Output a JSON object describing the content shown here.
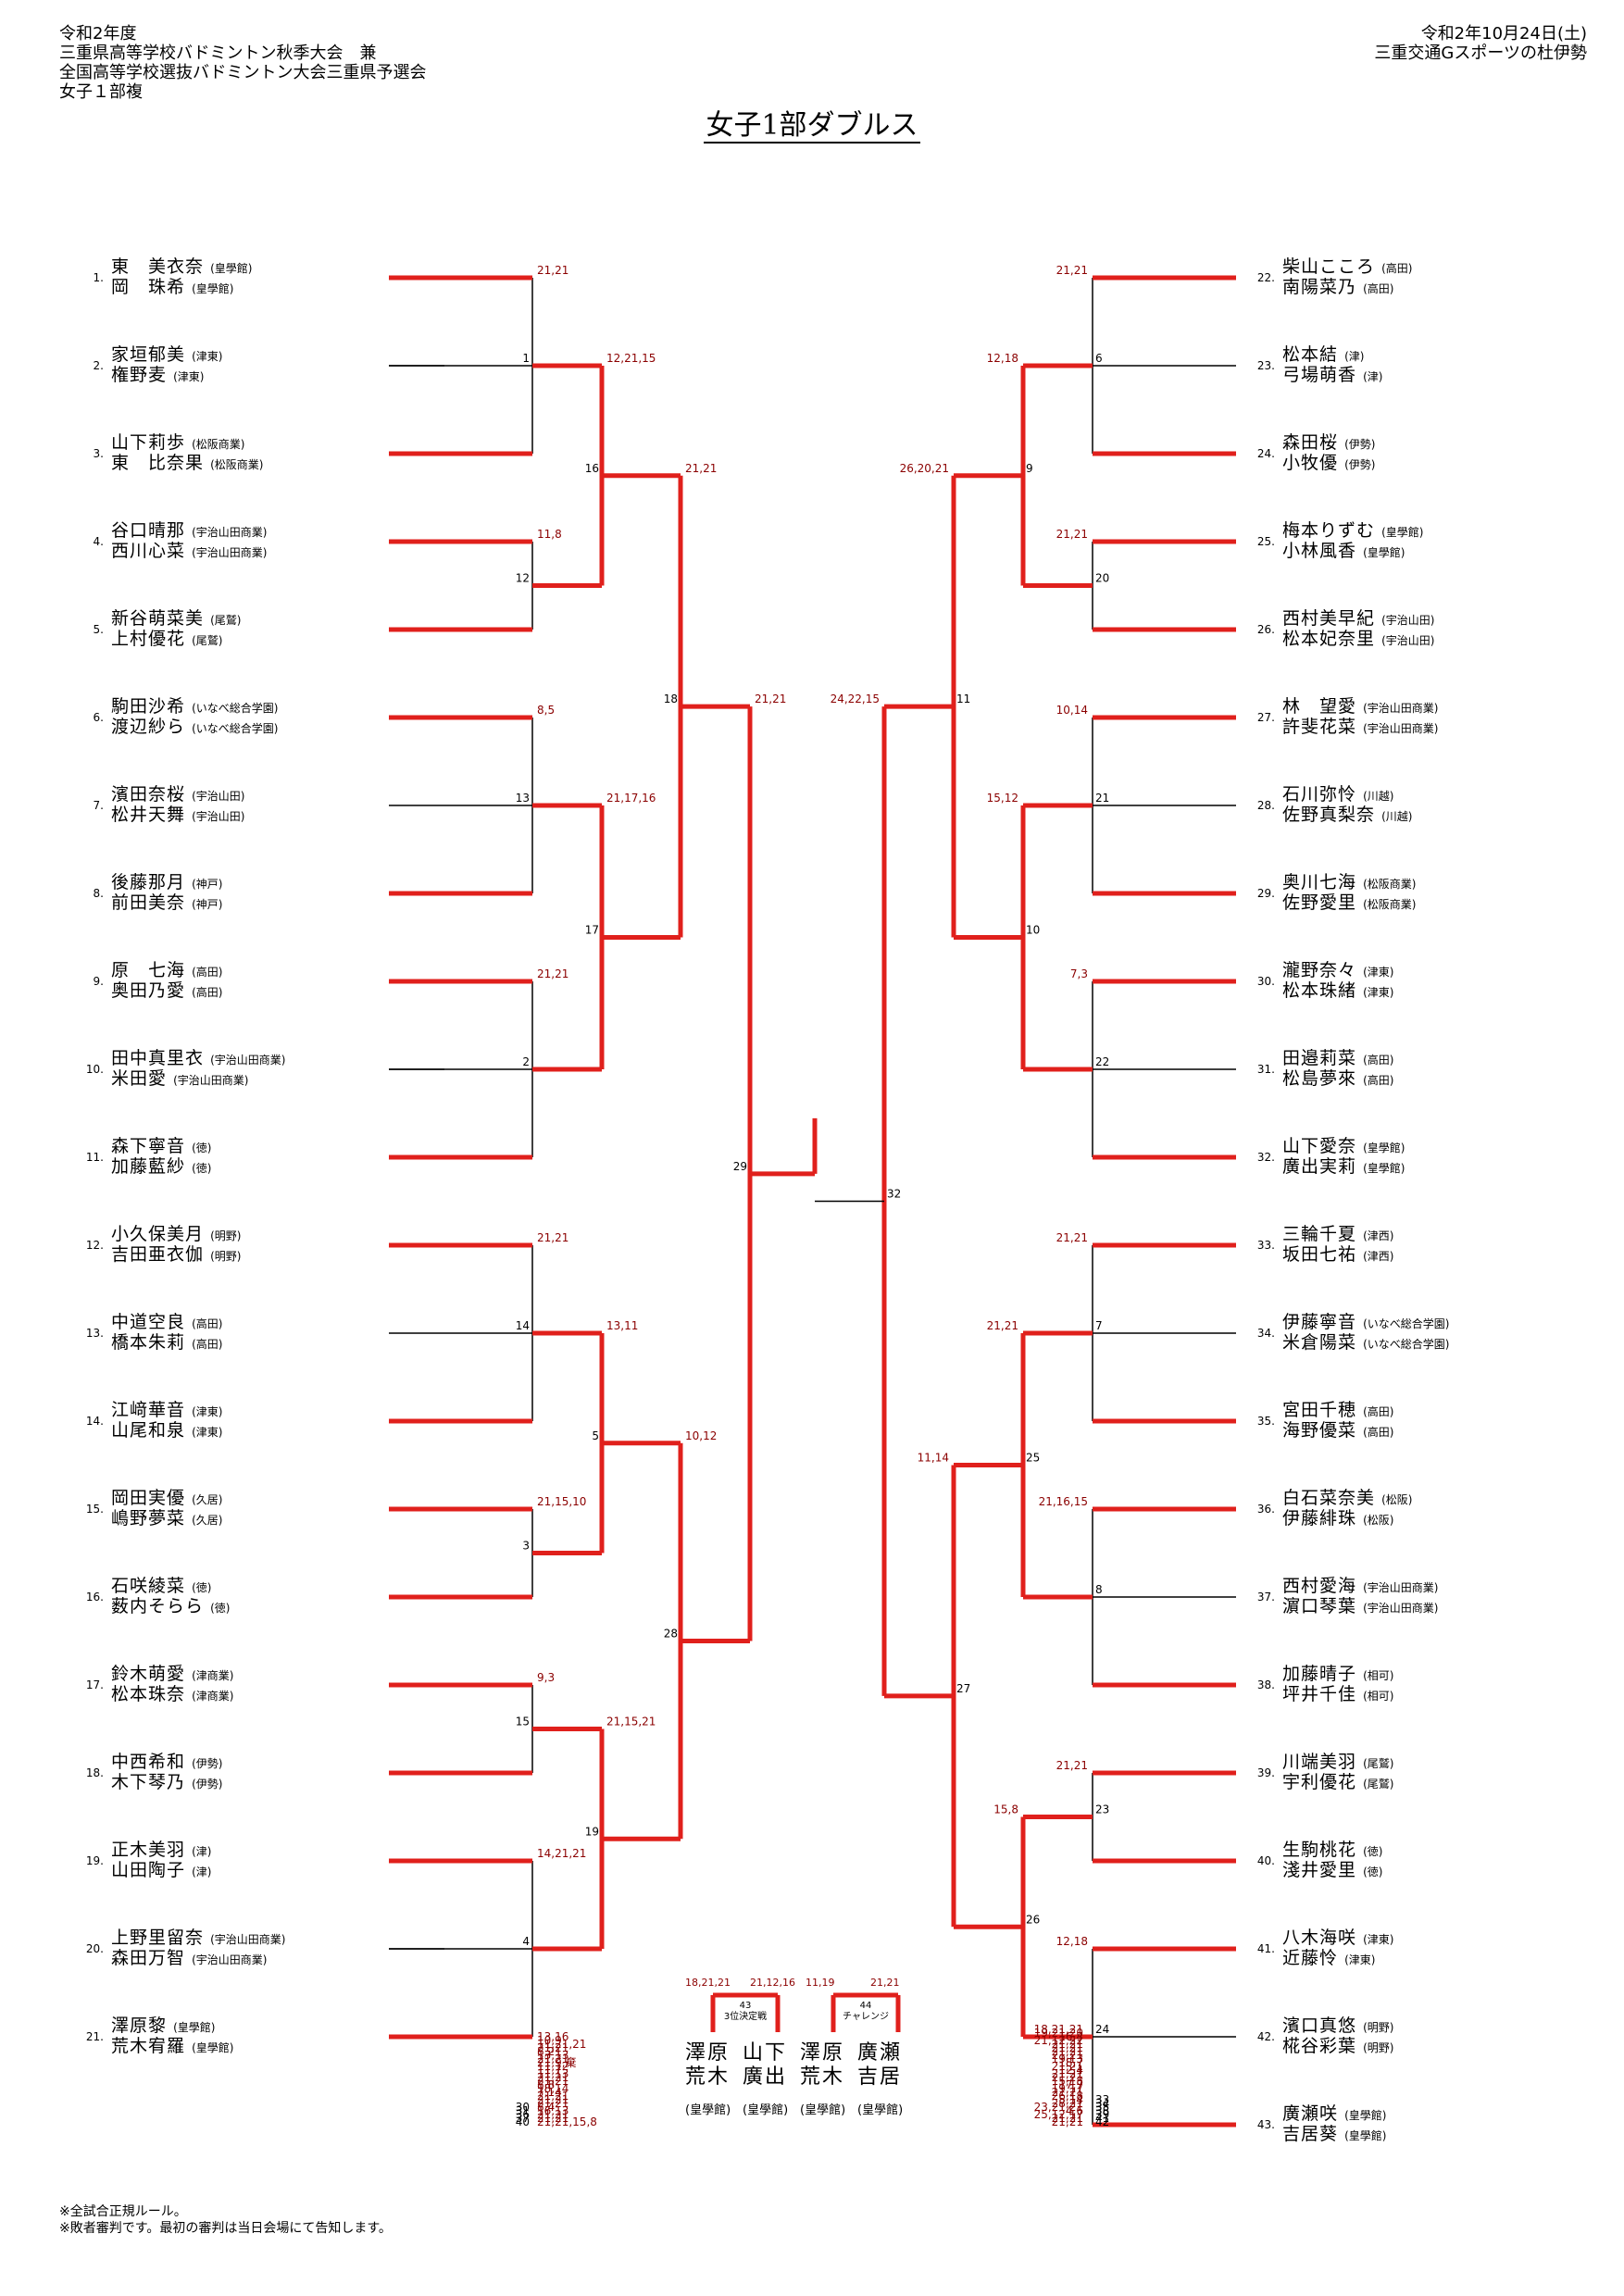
{
  "header": {
    "left": [
      "令和2年度",
      "三重県高等学校バドミントン秋季大会　兼",
      "全国高等学校選抜バドミントン大会三重県予選会",
      "女子１部複"
    ],
    "right": [
      "令和2年10月24日(土)",
      "三重交通Gスポーツの杜伊勢"
    ],
    "title": "女子1部ダブルス"
  },
  "footer": [
    "※全試合正規ルール。",
    "※敗者審判です。最初の審判は当日会場にて告知します。"
  ],
  "colors": {
    "win": "#e0201c",
    "score": "#8b0000",
    "line": "#000000"
  },
  "left_players": [
    {
      "n": "1.",
      "a": "東　美衣奈",
      "b": "岡　珠希",
      "sa": "皇學館",
      "sb": "皇學館"
    },
    {
      "n": "2.",
      "a": "家垣郁美",
      "b": "権野麦",
      "sa": "津東",
      "sb": "津東"
    },
    {
      "n": "3.",
      "a": "山下莉歩",
      "b": "東　比奈果",
      "sa": "松阪商業",
      "sb": "松阪商業"
    },
    {
      "n": "4.",
      "a": "谷口晴那",
      "b": "西川心菜",
      "sa": "宇治山田商業",
      "sb": "宇治山田商業"
    },
    {
      "n": "5.",
      "a": "新谷萌菜美",
      "b": "上村優花",
      "sa": "尾鷲",
      "sb": "尾鷲"
    },
    {
      "n": "6.",
      "a": "駒田沙希",
      "b": "渡辺紗ら",
      "sa": "いなべ総合学園",
      "sb": "いなべ総合学園"
    },
    {
      "n": "7.",
      "a": "濱田奈桜",
      "b": "松井天舞",
      "sa": "宇治山田",
      "sb": "宇治山田"
    },
    {
      "n": "8.",
      "a": "後藤那月",
      "b": "前田美奈",
      "sa": "神戸",
      "sb": "神戸"
    },
    {
      "n": "9.",
      "a": "原　七海",
      "b": "奥田乃愛",
      "sa": "高田",
      "sb": "高田"
    },
    {
      "n": "10.",
      "a": "田中真里衣",
      "b": "米田愛",
      "sa": "宇治山田商業",
      "sb": "宇治山田商業"
    },
    {
      "n": "11.",
      "a": "森下寧音",
      "b": "加藤藍紗",
      "sa": "徳",
      "sb": "徳"
    },
    {
      "n": "12.",
      "a": "小久保美月",
      "b": "吉田亜衣伽",
      "sa": "明野",
      "sb": "明野"
    },
    {
      "n": "13.",
      "a": "中道空良",
      "b": "橋本朱莉",
      "sa": "高田",
      "sb": "高田"
    },
    {
      "n": "14.",
      "a": "江﨑華音",
      "b": "山尾和泉",
      "sa": "津東",
      "sb": "津東"
    },
    {
      "n": "15.",
      "a": "岡田実優",
      "b": "嶋野夢菜",
      "sa": "久居",
      "sb": "久居"
    },
    {
      "n": "16.",
      "a": "石咲綾菜",
      "b": "薮内そらら",
      "sa": "徳",
      "sb": "徳"
    },
    {
      "n": "17.",
      "a": "鈴木萌愛",
      "b": "松本珠奈",
      "sa": "津商業",
      "sb": "津商業"
    },
    {
      "n": "18.",
      "a": "中西希和",
      "b": "木下琴乃",
      "sa": "伊勢",
      "sb": "伊勢"
    },
    {
      "n": "19.",
      "a": "正木美羽",
      "b": "山田陶子",
      "sa": "津",
      "sb": "津"
    },
    {
      "n": "20.",
      "a": "上野里留奈",
      "b": "森田万智",
      "sa": "宇治山田商業",
      "sb": "宇治山田商業"
    },
    {
      "n": "21.",
      "a": "澤原黎",
      "b": "荒木宥羅",
      "sa": "皇學館",
      "sb": "皇學館"
    }
  ],
  "right_players": [
    {
      "n": "22.",
      "a": "柴山こころ",
      "b": "南陽菜乃",
      "sa": "高田",
      "sb": "高田"
    },
    {
      "n": "23.",
      "a": "松本結",
      "b": "弓場萌香",
      "sa": "津",
      "sb": "津"
    },
    {
      "n": "24.",
      "a": "森田桜",
      "b": "小牧優",
      "sa": "伊勢",
      "sb": "伊勢"
    },
    {
      "n": "25.",
      "a": "梅本りずむ",
      "b": "小林風香",
      "sa": "皇學館",
      "sb": "皇學館"
    },
    {
      "n": "26.",
      "a": "西村美早紀",
      "b": "松本妃奈里",
      "sa": "宇治山田",
      "sb": "宇治山田"
    },
    {
      "n": "27.",
      "a": "林　望愛",
      "b": "許斐花菜",
      "sa": "宇治山田商業",
      "sb": "宇治山田商業"
    },
    {
      "n": "28.",
      "a": "石川弥怜",
      "b": "佐野真梨奈",
      "sa": "川越",
      "sb": "川越"
    },
    {
      "n": "29.",
      "a": "奥川七海",
      "b": "佐野愛里",
      "sa": "松阪商業",
      "sb": "松阪商業"
    },
    {
      "n": "30.",
      "a": "瀧野奈々",
      "b": "松本珠緒",
      "sa": "津東",
      "sb": "津東"
    },
    {
      "n": "31.",
      "a": "田邉莉菜",
      "b": "松島夢來",
      "sa": "高田",
      "sb": "高田"
    },
    {
      "n": "32.",
      "a": "山下愛奈",
      "b": "廣出実莉",
      "sa": "皇學館",
      "sb": "皇學館"
    },
    {
      "n": "33.",
      "a": "三輪千夏",
      "b": "坂田七祐",
      "sa": "津西",
      "sb": "津西"
    },
    {
      "n": "34.",
      "a": "伊藤寧音",
      "b": "米倉陽菜",
      "sa": "いなべ総合学園",
      "sb": "いなべ総合学園"
    },
    {
      "n": "35.",
      "a": "宮田千穂",
      "b": "海野優菜",
      "sa": "高田",
      "sb": "高田"
    },
    {
      "n": "36.",
      "a": "白石菜奈美",
      "b": "伊藤緋珠",
      "sa": "松阪",
      "sb": "松阪"
    },
    {
      "n": "37.",
      "a": "西村愛海",
      "b": "濵口琴葉",
      "sa": "宇治山田商業",
      "sb": "宇治山田商業"
    },
    {
      "n": "38.",
      "a": "加藤晴子",
      "b": "坪井千佳",
      "sa": "相可",
      "sb": "相可"
    },
    {
      "n": "39.",
      "a": "川端美羽",
      "b": "宇利優花",
      "sa": "尾鷲",
      "sb": "尾鷲"
    },
    {
      "n": "40.",
      "a": "生駒桃花",
      "b": "淺井愛里",
      "sa": "徳",
      "sb": "徳"
    },
    {
      "n": "41.",
      "a": "八木海咲",
      "b": "近藤怜",
      "sa": "津東",
      "sb": "津東"
    },
    {
      "n": "42.",
      "a": "濱口真悠",
      "b": "椛谷彩葉",
      "sa": "明野",
      "sb": "明野"
    },
    {
      "n": "43.",
      "a": "廣瀬咲",
      "b": "吉居葵",
      "sa": "皇學館",
      "sb": "皇學館"
    }
  ],
  "match_numbers": {
    "left": [
      "1",
      "12",
      "13",
      "2",
      "14",
      "3",
      "15",
      "4",
      "16",
      "17",
      "5",
      "19",
      "18",
      "28",
      "29",
      "30",
      "31",
      "36",
      "37",
      "40"
    ],
    "right": [
      "6",
      "20",
      "21",
      "22",
      "7",
      "8",
      "23",
      "24",
      "9",
      "10",
      "25",
      "26",
      "11",
      "27",
      "32",
      "33",
      "34",
      "35",
      "38",
      "39",
      "41",
      "42"
    ]
  },
  "scores": {
    "left": [
      "21,21",
      "11,8",
      "8,5",
      "21,21",
      "21,21",
      "21,15,10",
      "9,3",
      "14,21,21",
      "12,21,15",
      "21,17,16",
      "13,11",
      "21,15,21",
      "21,21",
      "10,12",
      "21,21",
      "13,16",
      "10,9",
      "11,21,21",
      "21,21",
      "8,21",
      "13,13",
      "21,21",
      "21,9,棄",
      "11,12",
      "11,7",
      "11,13",
      "21,21",
      "21,21",
      "8,8",
      "18,14",
      "7,14",
      "21,21",
      "21,21",
      "21,21",
      "8,4",
      "16,13",
      "21,21",
      "21,21",
      "21,21,15,8"
    ],
    "right": [
      "21,21",
      "21,21",
      "10,14",
      "7,3",
      "21,21",
      "21,16,15",
      "21,21",
      "12,18",
      "12,18",
      "15,12",
      "21,21",
      "15,8",
      "26,20,21",
      "11,14",
      "24,22,15",
      "18,21,21",
      "19,21,20",
      "16,4",
      "21,12,22",
      "21,21",
      "21,21",
      "21,21",
      "21,21",
      "19,13",
      "18,7",
      "21,21",
      "12,4",
      "21,21",
      "21,21",
      "15,18",
      "17,7",
      "19,17",
      "21,21",
      "26,18",
      "5,14",
      "28,21",
      "23,21,21",
      "4,6",
      "25,12,17",
      "21,21",
      "21,21"
    ]
  },
  "finals": {
    "m43": {
      "no": "43",
      "label": "3位決定戦",
      "s1": "18,21,21",
      "s2": "21,12,16"
    },
    "m44": {
      "no": "44",
      "label": "チャレンジ",
      "s1": "11,19",
      "s2": "21,21"
    },
    "teams": [
      {
        "a": "澤原",
        "b": "荒木",
        "school": "(皇學館)"
      },
      {
        "a": "山下",
        "b": "廣出",
        "school": "(皇學館)"
      },
      {
        "a": "澤原",
        "b": "荒木",
        "school": "(皇學館)"
      },
      {
        "a": "廣瀬",
        "b": "吉居",
        "school": "(皇學館)"
      }
    ]
  }
}
